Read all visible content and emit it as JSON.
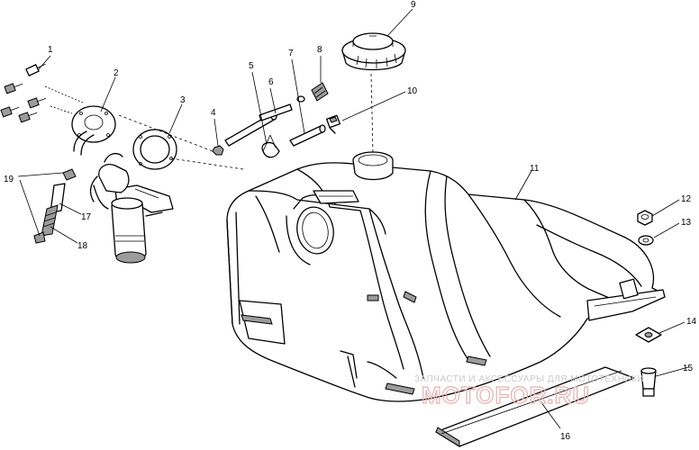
{
  "callouts": {
    "c1": "1",
    "c2": "2",
    "c3": "3",
    "c4": "4",
    "c5": "5",
    "c6": "6",
    "c7": "7",
    "c8": "8",
    "c9": "9",
    "c10": "10",
    "c11": "11",
    "c12": "12",
    "c13": "13",
    "c14": "14",
    "c15": "15",
    "c16": "16",
    "c17": "17",
    "c18": "18",
    "c19": "19"
  },
  "watermark": {
    "text": "ЗАПЧАСТИ И АКСЕССУАРЫ ДЛЯ МОТОТЕХНИКИ",
    "logo": "MOTOFOR.RU"
  },
  "colors": {
    "line": "#000000",
    "shade": "#9c9c9c",
    "watermark": "#c9c9c9",
    "logo": "#e9b0b0"
  }
}
